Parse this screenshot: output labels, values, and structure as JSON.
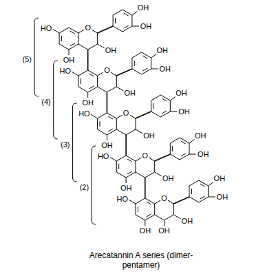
{
  "diagram": {
    "caption": "Arecatannin A series (dimer-pentamer)",
    "labels": [
      "HO",
      "O",
      "OH",
      "OH",
      "OH",
      "OH",
      "HO",
      "O",
      "OH",
      "OH",
      "OH",
      "OH",
      "HO",
      "O",
      "OH",
      "OH",
      "OH",
      "OH",
      "HO",
      "O",
      "OH",
      "OH",
      "OH",
      "OH",
      "HO",
      "O",
      "OH",
      "OH",
      "OH",
      "OH",
      "OH",
      "(5)",
      "(4)",
      "(3)",
      "(2)"
    ]
  }
}
